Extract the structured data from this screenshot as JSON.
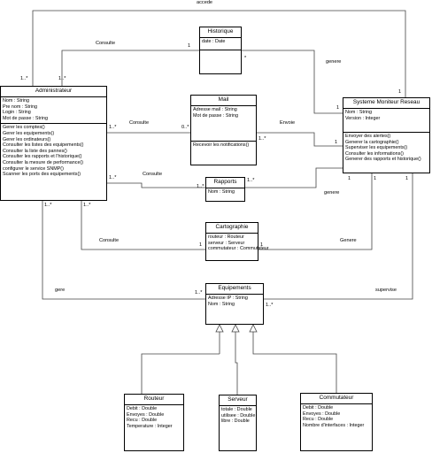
{
  "classes": {
    "historique": {
      "name": "Historique",
      "attributes": [
        "date : Date"
      ],
      "operations": []
    },
    "administrateur": {
      "name": "Administrateur",
      "attributes": [
        "Nom : String",
        "Pre nom : String",
        "Login : String",
        "Mot de passe : String"
      ],
      "operations": [
        "Gerer les comptes()",
        "Gerer les equipements()",
        "Gerer les ordinateurs()",
        "Consulter les listes des equipements()",
        "Consulter la liste des pannes()",
        "Consulter les rapports et l'historique()",
        "Consulter la mesure de performance()",
        "configurer le service SNMP()",
        "Scanner les ports des equipements()"
      ]
    },
    "mail": {
      "name": "Mail",
      "attributes": [
        "Adresse mail : String",
        "Mot de passe : String"
      ],
      "operations": [
        "Recevoir les notifications()"
      ]
    },
    "systeme": {
      "name": "Systeme Moniteur Reseau",
      "attributes": [
        "Nom : String",
        "Version : Integer"
      ],
      "operations": [
        "Envoyer des alertes()",
        "Generer la cartographie()",
        "Superviser les equipements()",
        "Consulter les informations()",
        "Generer des rapports et historique()"
      ]
    },
    "rapports": {
      "name": "Rapports",
      "attributes": [
        "Nom : String"
      ],
      "operations": []
    },
    "cartographie": {
      "name": "Cartographie",
      "attributes": [
        "routeur : Routeur",
        "serveur : Serveur",
        "commutateur : Commutateur"
      ],
      "operations": []
    },
    "equipements": {
      "name": "Equipements",
      "attributes": [
        "Adresse IP : String",
        "Nom : String"
      ],
      "operations": []
    },
    "routeur": {
      "name": "Routeur",
      "attributes": [
        "Debit : Double",
        "Envoyes : Double",
        "Recu : Double",
        "Temperature : Integer"
      ],
      "operations": []
    },
    "serveur": {
      "name": "Serveur",
      "attributes": [
        "totale : Double",
        "utilisee : Double",
        "libre : Double"
      ],
      "operations": []
    },
    "commutateur": {
      "name": "Commutateur",
      "attributes": [
        "Debit : Double",
        "Envoyes : Double",
        "Recu : Double",
        "Nombre d'interfaces : Integer"
      ],
      "operations": []
    }
  },
  "associations": {
    "accede": "accede",
    "consulte_hist": "Consulte",
    "genere_hist": "genere",
    "consulte_mail": "Consulte",
    "envoie": "Envoie",
    "consulte_rapports": "Consulte",
    "genere_rapports": "genere",
    "consulte_carto": "Consulte",
    "genere_carto": "Genere",
    "gere": "gere",
    "supervise": "supervise"
  },
  "multiplicities": {
    "acc_sys": "1",
    "hist_admin_top": "1",
    "hist_admin_left": "1..*",
    "hist_admin_right": "1..*",
    "hist_sys": "*",
    "sys_hist": "1",
    "mail_admin": "0..*",
    "admin_mail": "1..*",
    "mail_sys": "1..*",
    "sys_mail": "1",
    "admin_rap": "1..*",
    "rap_admin": "1..*",
    "rap_sys": "1..*",
    "sys_rap": "1",
    "carto_admin": "1",
    "admin_carto": "1..*",
    "carto_sys": "1",
    "sys_carto": "1",
    "admin_eq": "1..*",
    "eq_admin": "1..*",
    "eq_sys": "1..*",
    "sys_eq": "1"
  }
}
